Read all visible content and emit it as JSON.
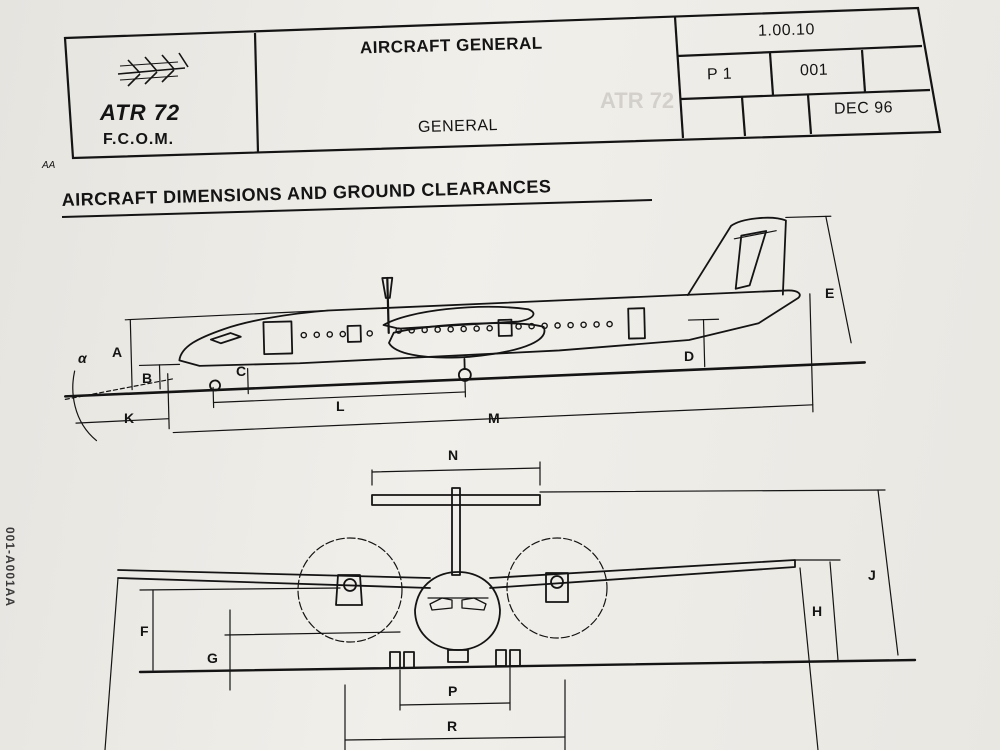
{
  "header": {
    "logo_text": "ATR 72",
    "logo_subtext": "F.C.O.M.",
    "logo_icon": "atr-chevron-logo-icon",
    "title": "AIRCRAFT GENERAL",
    "subtitle": "GENERAL",
    "doc_number": "1.00.10",
    "page_label": "P 1",
    "sequence": "001",
    "date": "DEC 96",
    "corner_code": "AA"
  },
  "section": {
    "title": "AIRCRAFT DIMENSIONS AND GROUND CLEARANCES"
  },
  "side_code": "001-A001AA",
  "dimensions": {
    "side_view": [
      "A",
      "B",
      "C",
      "D",
      "E",
      "K",
      "L",
      "M",
      "α"
    ],
    "front_view": [
      "N",
      "J",
      "H",
      "F",
      "G",
      "P",
      "R"
    ]
  }
}
